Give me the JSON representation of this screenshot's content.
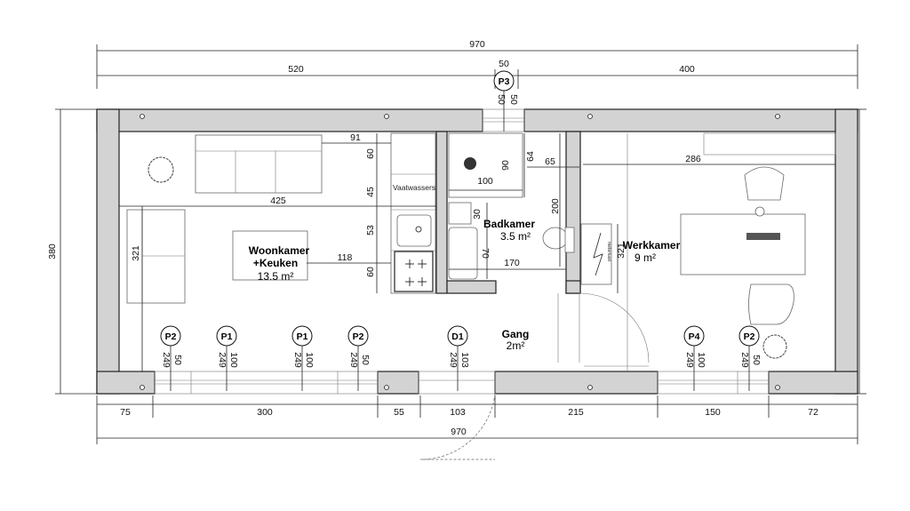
{
  "plan": {
    "overall": {
      "width_top": "970",
      "width_bottom": "970",
      "height_left": "380",
      "height_right": "380"
    },
    "top_segments": [
      "520",
      "50",
      "400"
    ],
    "bottom_segments": [
      "75",
      "300",
      "55",
      "103",
      "215",
      "150",
      "72"
    ],
    "rooms": [
      {
        "name": "Woonkamer",
        "name2": "+Keuken",
        "area": "13.5 m²"
      },
      {
        "name": "Badkamer",
        "area": "3.5 m²"
      },
      {
        "name": "Werkkamer",
        "area": "9 m²"
      },
      {
        "name": "Gang",
        "area": "2m²"
      }
    ],
    "openings": [
      {
        "tag": "P2",
        "height": "249",
        "width": "50"
      },
      {
        "tag": "P1",
        "height": "249",
        "width": "100"
      },
      {
        "tag": "P1",
        "height": "249",
        "width": "100"
      },
      {
        "tag": "P2",
        "height": "249",
        "width": "50"
      },
      {
        "tag": "D1",
        "height": "249",
        "width": "103"
      },
      {
        "tag": "P4",
        "height": "249",
        "width": "100"
      },
      {
        "tag": "P2",
        "height": "249",
        "width": "50"
      }
    ],
    "top_window": {
      "tag": "P3",
      "a": "50",
      "b": "50"
    },
    "interior_dims": {
      "sofa_to_kitchen": "91",
      "k60a": "60",
      "k45": "45",
      "k53": "53",
      "k60b": "60",
      "living_width": "425",
      "living_depth": "321",
      "island": "118",
      "shower_w": "100",
      "shower_d": "90",
      "b64": "64",
      "b65": "65",
      "b30": "30",
      "b70": "70",
      "bath_w": "170",
      "bath_d": "200",
      "office_d": "321",
      "office_w": "286"
    },
    "labels": {
      "dishwasher": "Vaatwassers",
      "meter": "meterkast"
    }
  }
}
